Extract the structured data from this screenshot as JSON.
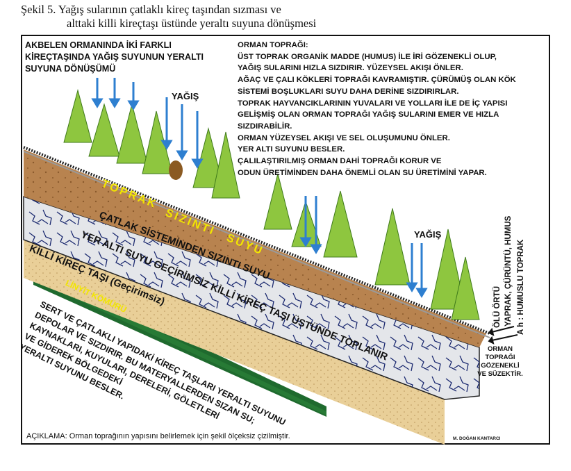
{
  "caption": {
    "line1": "Şekil 5. Yağış sularının çatlaklı kireç taşından sızması ve",
    "line2": "alttaki killi kireçtaşı üstünde yeraltı suyuna dönüşmesi"
  },
  "title_box": {
    "line1": "AKBELEN ORMANINDA İKİ FARKLI",
    "line2": "KİREÇTAŞINDA YAĞIŞ SUYUNUN YERALTI",
    "line3": "SUYUNA DÖNÜŞÜMÜ"
  },
  "orman_topragi": {
    "heading": "ORMAN TOPRAĞI:",
    "lines": [
      "ÜST TOPRAK ORGANİK MADDE (HUMUS) İLE İRİ GÖZENEKLİ OLUP,",
      "YAĞIŞ SULARINI HIZLA SIZDIRIR. YÜZEYSEL AKIŞI ÖNLER.",
      "AĞAÇ VE ÇALI KÖKLERİ TOPRAĞI KAVRAMIŞTIR. ÇÜRÜMÜŞ OLAN KÖK",
      "SİSTEMİ BOŞLUKLARI SUYU DAHA DERİNE SIZDIRIRLAR.",
      "TOPRAK HAYVANCIKLARININ YUVALARI VE YOLLARI İLE DE  İÇ YAPISI",
      "GELİŞMİŞ OLAN  ORMAN TOPRAĞI YAĞIŞ SULARINI EMER VE HIZLA",
      "SIZDIRABİLİR.",
      "ORMAN YÜZEYSEL AKIŞI VE SEL OLUŞUMUNU ÖNLER.",
      "YER ALTI SUYUNU BESLER.",
      "ÇALILAŞTIRILMIŞ ORMAN DAHİ TOPRAĞI KORUR VE",
      "ODUN ÜRETİMİNDEN DAHA ÖNEMLİ OLAN SU ÜRETİMİNİ YAPAR."
    ]
  },
  "rain_labels": [
    "YAĞIŞ",
    "YAĞIŞ"
  ],
  "layers": {
    "toprak": "TOPRAK",
    "sizinti": "SIZINTI",
    "suyu": "SUYU",
    "catlak": "ÇATLAK SİSTEMİNDEN SIZINTI SUYU",
    "yeralti": "YER ALTI SUYU GEÇİRİMSİZ KİLLİ KİREÇ TAŞI ÜSTÜNDE TOPLANIR",
    "killi": "KİLLİ KİREÇ TAŞI (Geçirimsiz)",
    "linyit": "LİNYİT KÖMÜRÜ"
  },
  "side_labels": {
    "olu_ortu": "ÖLÜ ÖRTÜ",
    "yaprak": "YAPRAK, ÇÜRÜNTÜ, HUMUS",
    "ah": "A h : HUMUSLU TOPRAK",
    "orman_topragi": [
      "ORMAN",
      "TOPRAĞI",
      "GÖZENEKLİ",
      "VE SÜZEKTİR."
    ]
  },
  "bottom_text": [
    "SERT VE ÇATLAKLI YAPIDAKİ KİREÇ TAŞLARI YERALTI SUYUNU",
    "DEPOLAR VE SIZDIRIR. BU MATERYALLERDEN SIZAN SU;",
    "KAYNAKLARI, KUYULARI, DERELERİ, GÖLETLERİ",
    "VE GİDEREK BÖLGEDEKİ",
    "YERALTI SUYUNU BESLER."
  ],
  "note": "AÇIKLAMA: Orman toprağının yapısını belirlemek için şekil ölçeksiz çizilmiştir.",
  "signature": "M. DOĞAN KANTARCI",
  "colors": {
    "soil": "#b8834f",
    "limestone": "#e4e6ea",
    "clay_limestone": "#e9cf98",
    "lignite": "#1f6a2e",
    "tree": "#8ec63f",
    "rain": "#2e7fd0",
    "layer_text_yellow": "#f2e600"
  }
}
